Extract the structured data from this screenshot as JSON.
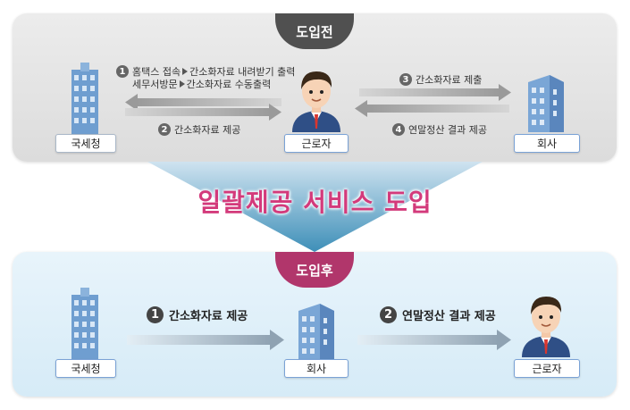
{
  "before": {
    "badge": "도입전",
    "nts_label": "국세청",
    "worker_label": "근로자",
    "company_label": "회사",
    "step1": {
      "num": "1",
      "line1_a": "홈택스 접속",
      "line1_b": "간소화자료 내려받기 출력",
      "line2_a": "세무서방문",
      "line2_b": "간소화자료 수동출력"
    },
    "step2": {
      "num": "2",
      "text": "간소화자료 제공"
    },
    "step3": {
      "num": "3",
      "text": "간소화자료 제출"
    },
    "step4": {
      "num": "4",
      "text": "연말정산 결과 제공"
    }
  },
  "headline": "일괄제공 서비스 도입",
  "after": {
    "badge": "도입후",
    "nts_label": "국세청",
    "company_label": "회사",
    "worker_label": "근로자",
    "step1": {
      "num": "1",
      "text": "간소화자료 제공"
    },
    "step2": {
      "num": "2",
      "text": "연말정산 결과 제공"
    }
  },
  "colors": {
    "before_badge": "#505050",
    "after_badge": "#b1366b",
    "headline": "#d33a7b",
    "after_panel": "#e2f1fa"
  },
  "icons": [
    "building-icon",
    "worker-avatar-icon",
    "arrow-icon",
    "funnel-arrow-icon"
  ]
}
